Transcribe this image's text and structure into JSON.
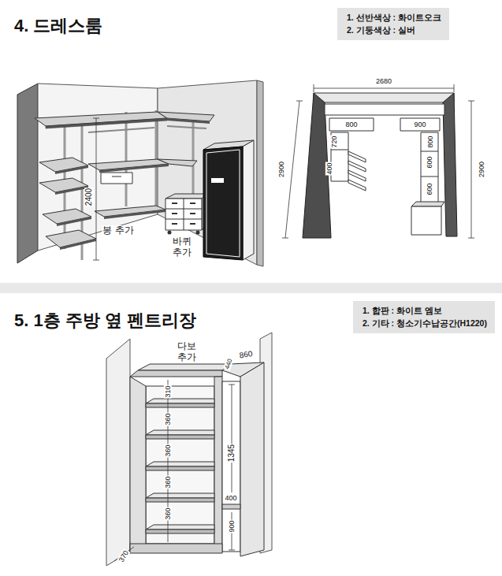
{
  "diagram": {
    "nodes": [
      {
        "text": [
          "1. 선반색상 : 화이트오크",
          "2. 기둥색상 : 실버"
        ]
      },
      {
        "text": [
          "1. 합판 : 화이트 엠보",
          "2. 기타 : 청소기수납공간(H1220)"
        ]
      }
    ],
    "labels": [
      "4. 드레스룸",
      "2400",
      "봉 추가",
      "바퀴 추가",
      "2680",
      "2900",
      "2900",
      "800",
      "900",
      "720",
      "800",
      "400",
      "600",
      "600",
      "5. 1층 주방 옆 펜트리장",
      "다보 추가",
      "860",
      "440",
      "310",
      "360",
      "360",
      "360",
      "360",
      "1345",
      "400",
      "900",
      "370"
    ]
  }
}
